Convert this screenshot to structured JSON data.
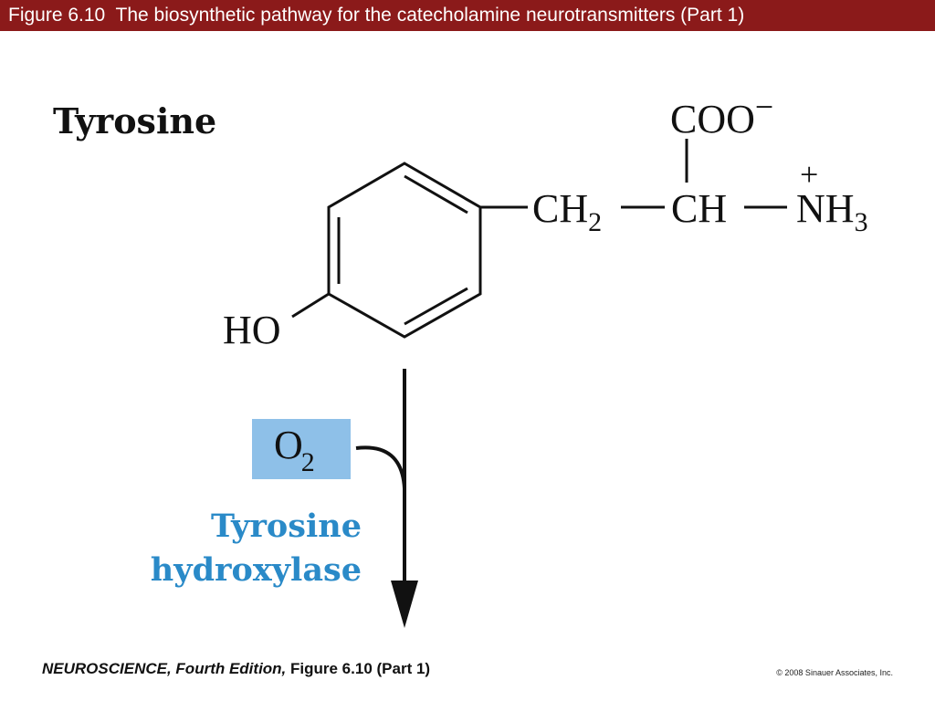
{
  "header": {
    "title": "Figure 6.10  The biosynthetic pathway for the catecholamine neurotransmitters (Part 1)"
  },
  "compound": {
    "name": "Tyrosine",
    "groups": {
      "carboxylate": "COO",
      "carboxylate_charge": "−",
      "methylene": "CH",
      "methylene_sub": "2",
      "alpha_carbon": "CH",
      "amine": "NH",
      "amine_sub": "3",
      "amine_charge": "+",
      "hydroxyl": "HO"
    }
  },
  "reaction": {
    "cofactor": "O",
    "cofactor_sub": "2",
    "enzyme_line1": "Tyrosine",
    "enzyme_line2": "hydroxylase",
    "cofactor_box_color": "#8ec0e8",
    "enzyme_color": "#2a8ac8"
  },
  "footer": {
    "book_title": "NEUROSCIENCE,",
    "edition": "Fourth Edition,",
    "figure_ref": "Figure 6.10 (Part 1)",
    "copyright": "© 2008 Sinauer Associates, Inc."
  },
  "colors": {
    "title_bar": "#8b1a1a",
    "title_text": "#ffffff"
  }
}
